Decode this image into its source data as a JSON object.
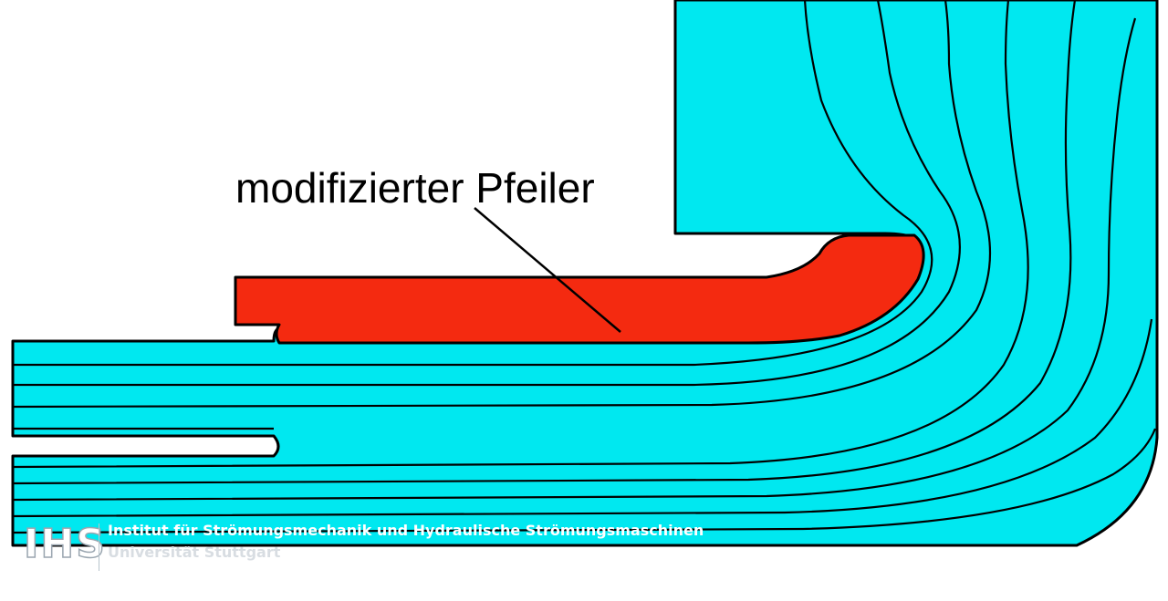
{
  "diagram": {
    "label": "modifizierter Pfeiler",
    "colors": {
      "water": "#00e8f0",
      "pier": "#f42a10",
      "outline": "#000000",
      "background": "#ffffff"
    }
  },
  "logo": {
    "mark": "IHS",
    "institute": "Institut für Strömungsmechanik und Hydraulische Strömungsmaschinen",
    "university": "Universität Stuttgart"
  }
}
